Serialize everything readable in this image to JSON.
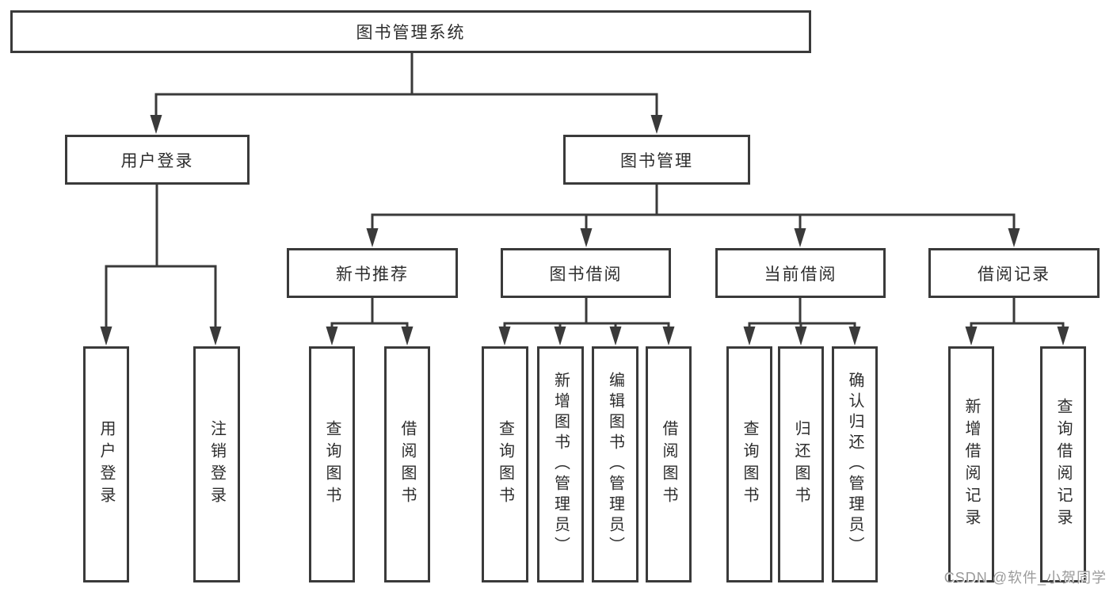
{
  "diagram": {
    "type": "tree",
    "root": {
      "label": "图书管理系统",
      "children": [
        {
          "label": "用户登录",
          "children": [
            {
              "label": "用户登录"
            },
            {
              "label": "注销登录"
            }
          ]
        },
        {
          "label": "图书管理",
          "children": [
            {
              "label": "新书推荐",
              "children": [
                {
                  "label": "查询图书"
                },
                {
                  "label": "借阅图书"
                }
              ]
            },
            {
              "label": "图书借阅",
              "children": [
                {
                  "label": "查询图书"
                },
                {
                  "label": "新增图书（管理员）"
                },
                {
                  "label": "编辑图书（管理员）"
                },
                {
                  "label": "借阅图书"
                }
              ]
            },
            {
              "label": "当前借阅",
              "children": [
                {
                  "label": "查询图书"
                },
                {
                  "label": "归还图书"
                },
                {
                  "label": "确认归还（管理员）"
                }
              ]
            },
            {
              "label": "借阅记录",
              "children": [
                {
                  "label": "新增借阅记录"
                },
                {
                  "label": "查询借阅记录"
                }
              ]
            }
          ]
        }
      ]
    },
    "watermark": "CSDN @软件_小贺同学",
    "colors": {
      "line": "#3a3a3a",
      "text": "#2d2d2d",
      "watermark": "#9b9b9b",
      "background": "#ffffff"
    }
  }
}
